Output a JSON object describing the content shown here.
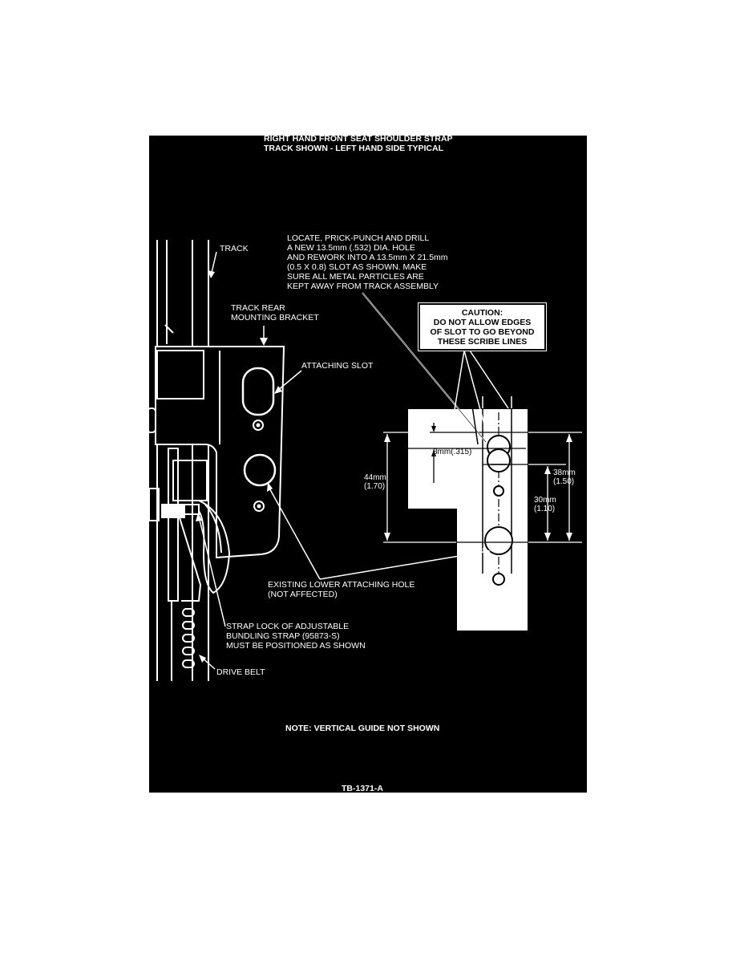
{
  "figure": {
    "title_line1": "RIGHT HAND FRONT SEAT SHOULDER STRAP",
    "title_line2": "TRACK SHOWN - LEFT HAND SIDE TYPICAL",
    "note": "NOTE: VERTICAL GUIDE NOT SHOWN",
    "figure_id": "TB-1371-A"
  },
  "callouts": {
    "track": "TRACK",
    "drill_instruction": [
      "LOCATE, PRICK-PUNCH AND DRILL",
      "A NEW 13.5mm (.532) DIA. HOLE",
      "AND REWORK INTO A 13.5mm X 21.5mm",
      "(0.5 X 0.8) SLOT AS SHOWN. MAKE",
      "SURE ALL METAL PARTICLES ARE",
      "KEPT AWAY FROM TRACK ASSEMBLY"
    ],
    "track_rear_bracket": [
      "TRACK REAR",
      "MOUNTING BRACKET"
    ],
    "attaching_slot": "ATTACHING SLOT",
    "caution": [
      "CAUTION:",
      "DO NOT ALLOW EDGES",
      "OF SLOT TO GO BEYOND",
      "THESE SCRIBE LINES"
    ],
    "existing_hole": [
      "EXISTING LOWER ATTACHING HOLE",
      "(NOT AFFECTED)"
    ],
    "strap_lock": [
      "STRAP LOCK OF ADJUSTABLE",
      "BUNDLING STRAP (95873-S)",
      "MUST BE POSITIONED AS SHOWN"
    ],
    "drive_belt": "DRIVE BELT"
  },
  "dimensions": {
    "d8": "8mm(.315)",
    "d44": [
      "44mm",
      "(1.70)"
    ],
    "d38": [
      "38mm",
      "(1.50)"
    ],
    "d30": [
      "30mm",
      "(1.10)"
    ]
  }
}
